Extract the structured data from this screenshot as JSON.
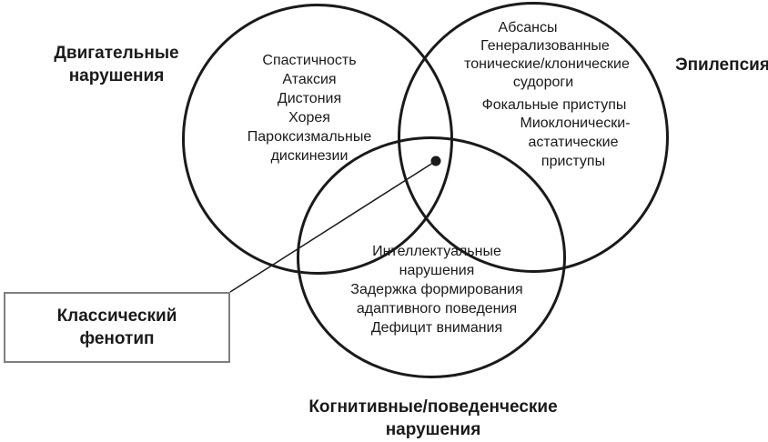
{
  "diagram": {
    "type": "venn-3",
    "colors": {
      "background": "#ffffff",
      "stroke": "#1a1a1a",
      "text": "#1a1a1a",
      "box_border": "#7f7f7f"
    },
    "labels": {
      "motor": {
        "line1": "Двигательные",
        "line2": "нарушения"
      },
      "epilepsy": "Эпилепсия",
      "cognitive": {
        "line1": "Когнитивные/поведенческие",
        "line2": "нарушения"
      }
    },
    "circles": {
      "motor": {
        "lines": [
          "Спастичность",
          "Атаксия",
          "Дистония",
          "Хорея",
          "Пароксизмальные",
          "дискинезии"
        ]
      },
      "epilepsy": {
        "lines": [
          "Абсансы",
          "Генерализованные",
          "тонические/клонические",
          "судороги",
          "Фокальные приступы",
          "Миоклонически-",
          "астатические",
          "приступы"
        ]
      },
      "cognitive": {
        "lines": [
          "Интеллектуальные",
          "нарушения",
          "Задержка формирования",
          "адаптивного поведения",
          "Дефицит внимания"
        ]
      }
    },
    "callout": {
      "line1": "Классический",
      "line2": "фенотип"
    }
  }
}
